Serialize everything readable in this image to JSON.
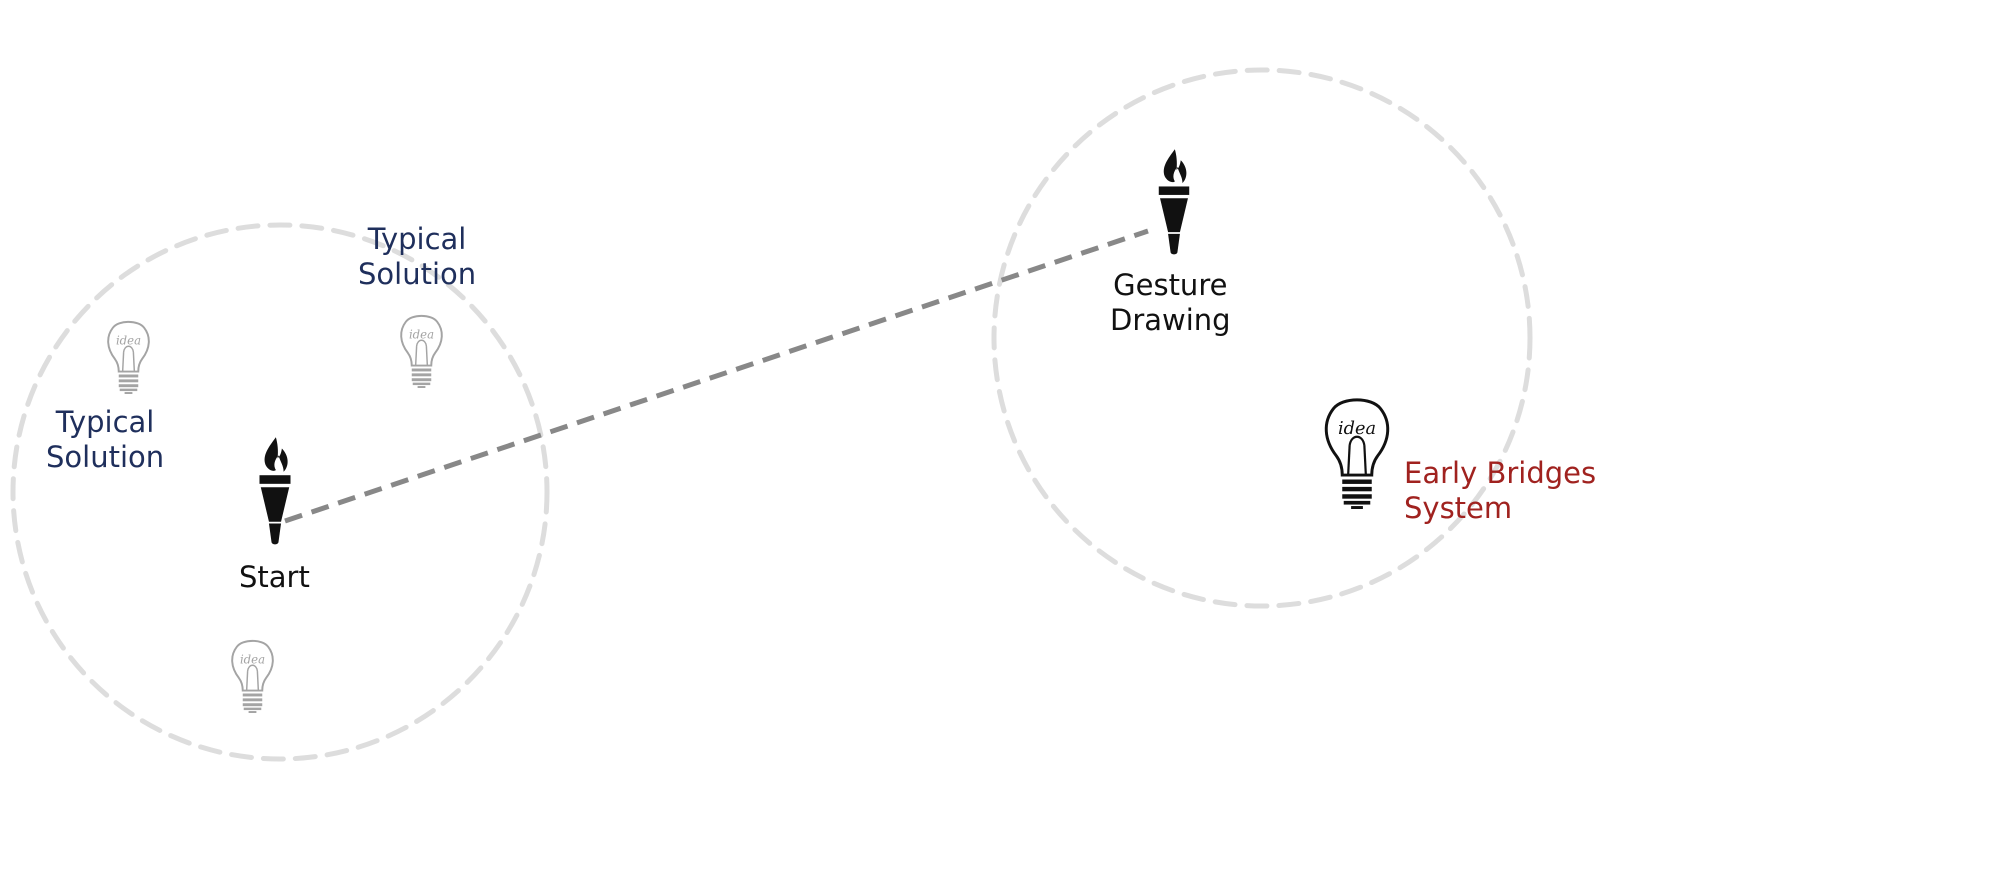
{
  "colors": {
    "circle_stroke": "#dddddd",
    "connector_stroke": "#888888",
    "typical_label": "#1f2f5c",
    "black_label": "#111111",
    "early_label": "#a0221f",
    "gray_bulb": "#a4a4a4",
    "black_bulb": "#111111"
  },
  "labels": {
    "typical_top": {
      "line1": "Typical",
      "line2": "Solution"
    },
    "typical_left": {
      "line1": "Typical",
      "line2": "Solution"
    },
    "start": "Start",
    "gesture": {
      "line1": "Gesture",
      "line2": "Drawing"
    },
    "early": {
      "line1": "Early Bridges",
      "line2": "System"
    }
  },
  "bulb_text": "idea",
  "icons": {
    "bulb": "lightbulb-icon",
    "torch": "torch-icon"
  }
}
